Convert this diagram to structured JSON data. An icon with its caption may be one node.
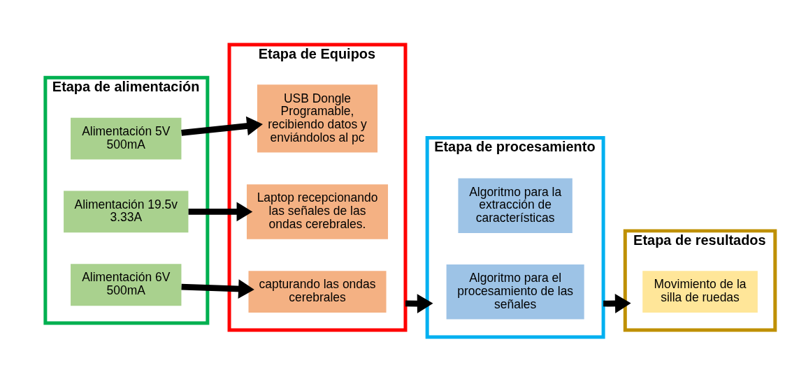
{
  "diagram": {
    "nodes": [
      {
        "text": [
          "Etapa de alimentación"
        ]
      },
      {
        "text": [
          "Alimentación 5V 500mA"
        ],
        "in": 0
      },
      {
        "text": [
          "Alimentación 6V 500mA"
        ],
        "in": 0
      },
      {
        "text": [
          "Alimentación 19.5v 3.33A"
        ],
        "in": 0
      },
      {
        "text": [
          "Etapa de Equipos"
        ]
      },
      {
        "text": [
          "USB Dongle Programable, recibiendo datos y enviándolos al pc"
        ],
        "in": 4
      },
      {
        "text": [
          "capturando las ondas cerebrales"
        ],
        "in": 4
      },
      {
        "text": [
          "Laptop recepcionando las señales de las ondas cerebrales."
        ],
        "in": 4
      },
      {
        "text": [
          "Etapa de procesamiento"
        ]
      },
      {
        "text": [
          "Algoritmo para la extracción de características"
        ],
        "in": 8
      },
      {
        "text": [
          "Algoritmo para el procesamiento de las señales"
        ],
        "in": 8
      },
      {
        "text": [
          "Etapa de resultados"
        ]
      },
      {
        "text": [
          "Movimiento de la silla de ruedas"
        ],
        "in": 11
      }
    ],
    "edges": [
      {
        "from": 1,
        "to": 5,
        "arrow": "to"
      },
      {
        "from": 2,
        "to": 6,
        "arrow": "to"
      },
      {
        "from": 3,
        "to": 7,
        "arrow": "to"
      },
      {
        "from": 4,
        "to": 8,
        "arrow": "to"
      },
      {
        "from": 8,
        "to": 11,
        "arrow": "to"
      }
    ]
  }
}
